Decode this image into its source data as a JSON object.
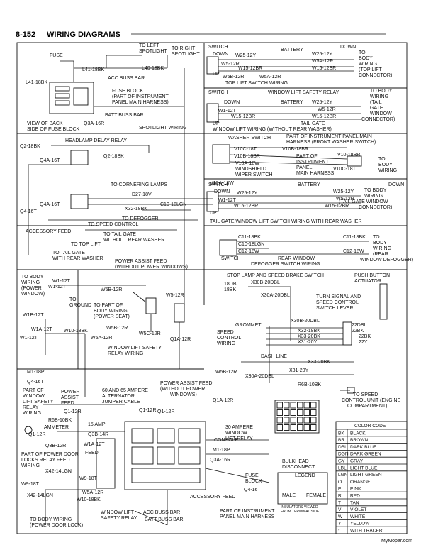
{
  "header": {
    "page_number": "8-152",
    "title": "WIRING DIAGRAMS"
  },
  "watermark": "MyMopar.com",
  "left_top": {
    "to_left_spotlight": "TO LEFT\nSPOTLIGHT",
    "to_right_spotlight": "TO RIGHT\nSPOTLIGHT",
    "fuse": "FUSE",
    "l41": "L41-18BK",
    "l40": "L40-18BK",
    "acc_buss_bar": "ACC BUSS BAR",
    "l41_b": "L41-18BK",
    "fuse_block": "FUSE BLOCK",
    "fuse_block_sub": "(PART OF INSTRUMENT\nPANEL MAIN HARNESS)",
    "batt_buss_bar": "BATT BUSS BAR",
    "view_back": "VIEW OF BACK\nSIDE OF FUSE BLOCK",
    "q3a": "Q3A-16R",
    "spotlight_wiring": "SPOTLIGHT WIRING",
    "headlamp_relay": "HEADLAMP DELAY RELAY",
    "q2_18bk": "Q2-18BK",
    "q4a_16t": "Q4A-16T",
    "q2_18bk_b": "Q2-18BK",
    "to_cornering": "TO CORNERING LAMPS",
    "d27": "D27-18V",
    "q4a_16t_b": "Q4A-16T",
    "c10": "C10-18LGN",
    "x32": "X32-18BK",
    "q4_16t": "Q4-16T",
    "to_defogger": "TO DEFOGGER",
    "to_speed_control": "TO SPEED CONTROL",
    "accessory_feed": "ACCESSORY FEED",
    "to_tail_gate_nw": "TO TAIL GATE\nWITHOUT REAR WASHER",
    "to_top_lift": "TO TOP LIFT",
    "to_tail_gate_rw": "TO TAIL GATE\nWITH REAR WASHER",
    "power_assist_feed": "POWER ASSIST FEED\n(WITHOUT POWER WINDOWS)"
  },
  "right_panels": {
    "p1": {
      "switch": "SWITCH",
      "battery": "BATTERY",
      "down": "DOWN",
      "down2": "DOWN",
      "w25": "W25-12Y",
      "w5": "W5-12R",
      "w15": "W15-12BR",
      "w25b": "W25-12Y",
      "w5b": "W5A-12R",
      "w15b": "W15-12BR",
      "w5b_12r": "W5B-12R",
      "w5a_12r": "W5A-12R",
      "up": "UP",
      "to_body": "TO\nBODY\nWIRING\n(TOP LIFT\nCONNECTOR)",
      "caption": "TOP LIFT SWITCH WIRING"
    },
    "p2": {
      "switch": "SWITCH",
      "relay": "WINDOW LIFT SAFETY RELAY",
      "battery": "BATTERY",
      "down": "DOWN",
      "w1": "W1-12T",
      "w15": "W15-12BR",
      "w25": "W25-12Y",
      "w5": "W5-12R",
      "w15b": "W15-12BR",
      "up": "UP",
      "tail_gate": "TAIL GATE",
      "to_body": "TO BODY\nWIRING\n(TAIL\nGATE\nWINDOW\nCONNECTOR)",
      "caption": "WINDOW LIFT WIRING (WITHOUT REAR WASHER)"
    },
    "p3": {
      "washer_switch": "WASHER SWITCH",
      "part_of": "PART OF INSTRUMENT PANEL MAIN\nHARNESS (FRONT WASHER SWITCH)",
      "v10c": "V10C-18T",
      "v10b": "V10B-18BR",
      "v10a": "V10A-18W",
      "v10b_b": "V10B-18BR",
      "v10b_c": "V10-18BR",
      "wiper": "WINDSHIELD\nWIPER SWITCH",
      "part_panel": "PART OF\nINSTRUMENT\nPANEL\nMAIN HARNESS",
      "v10a_b": "V10A-18W",
      "v10c_b": "V10C-18T",
      "to_body": "TO\nBODY\nWIRING"
    },
    "p4": {
      "switch": "SWITCH",
      "battery": "BATTERY",
      "down": "DOWN",
      "down2": "DOWN",
      "w25": "W25-12Y",
      "w1": "W1-12T",
      "w15": "W15-12BR",
      "w25b": "W25-12Y",
      "w5": "W5-12R",
      "w15b": "W15-12BR",
      "up": "UP",
      "to_body": "TO BODY\nWIRING\n(TAIL GATE WINDOW\nCONNECTOR)",
      "caption": "TAIL GATE WINDOW LIFT SWITCH WIRING WITH REAR WASHER"
    },
    "p5": {
      "c11": "C11-18BK",
      "c10": "C10-18LGN",
      "c12": "C12-18W",
      "c11b": "C11-18BK",
      "c12b": "C12-18W",
      "switch": "SWITCH",
      "rear_window": "REAR WINDOW",
      "to_body": "TO\nBODY\nWIRING\n(REAR\nWINDOW DEFOGGER)",
      "caption": "DEFOGGER SWITCH WIRING"
    }
  },
  "middle": {
    "to_body_pw": "TO BODY\nWIRING\n(POWER\nWINDOW)",
    "w1_12t": "W1-12T",
    "w1_12t_b": "W1-12T",
    "to_ground": "TO\nGROUND",
    "w1b_12t": "W1B-12T",
    "w1a_12t": "W1A-12T",
    "w1_12t_c": "W1-12T",
    "w5b_12r": "W5B-12R",
    "w5_12r": "W5-12R",
    "to_part_body": "TO PART OF\nBODY WIRING\n(POWER SEAT)",
    "w10_18bk": "W10-18BK",
    "w5b_12r_b": "W5B-12R",
    "w5a_12r": "W5A-12R",
    "w5c_12r": "W5C-12R",
    "q1a_12r": "Q1A-12R",
    "window_relay": "WINDOW LIFT SAFETY\nRELAY WIRING"
  },
  "right_mid": {
    "stop_lamp": "STOP LAMP AND SPEED BRAKE SWITCH",
    "push_button": "PUSH BUTTON\nACTUATOR",
    "x30b": "X30B-20DBL",
    "x18dbl": "18DBL",
    "x18bk": "18BK",
    "x30a": "X30A-20DBL",
    "turn_signal": "TURN SIGNAL AND\nSPEED CONTROL\nSWITCH LEVER",
    "grommet": "GROMMET",
    "x30b_b": "X30B-20DBL",
    "x32b": "X32-18BK",
    "x33": "X33-20BK",
    "x31": "X31-20Y",
    "dbl22": "22DBL",
    "bk22": "22BK",
    "bk22b": "22BK",
    "y22": "22Y",
    "speed_control": "SPEED\nCONTROL\nWIRING",
    "dash_line": "DASH LINE",
    "x33b": "X33-20BK",
    "x31b": "X31-20Y",
    "x30a_b": "X30A-20DBL",
    "r6b": "R6B-10BK",
    "to_speed_unit": "TO SPEED\nCONTROL UNIT (ENGINE\nCOMPARTMENT)"
  },
  "bottom": {
    "m1": "M1-18P",
    "q4_16t": "Q4-16T",
    "part_window": "PART OF\nWINDOW\nLIFT SAFETY\nRELAY\nWIRING",
    "power_assist": "POWER\nASSIST\nFEED",
    "q1_12r": "Q1-12R",
    "r6b": "R6B-10BK",
    "ammeter": "AMMETER",
    "q1_12r_b": "Q1-12R",
    "q3b": "Q3B-12R",
    "part_door": "PART OF POWER DOOR\nLOCKS RELAY FEED\nWIRING",
    "x42": "X42-14LGN",
    "w9": "W9-18T",
    "x42b": "X42-14LGN",
    "to_body_pdl": "TO BODY WIRING\n(POWER DOOR LOCK)",
    "alternator": "60 AND 65 AMPERE\nALTERNATOR\nJUMPER CABLE",
    "q1_12r_c": "Q1-12R",
    "amp15": "15 AMP",
    "q3b_14r": "Q3B-14R",
    "w1a_12t": "W1A-12T",
    "feed": "FEED",
    "w9_18t": "W9-18T",
    "w5a_12r": "W5A-12R",
    "w10_18bk": "W10-18BK",
    "window_lift_relay": "WINDOW LIFT\nSAFETY RELAY",
    "acc_buss": "ACC BUSS BAR",
    "batt_buss": "BATT BUSS BAR",
    "w5b": "W5B-12R",
    "power_assist_feed": "POWER ASSIST FEED\n(WITHOUT POWER\nWINDOWS)",
    "q1a": "Q1A-12R",
    "q1_12r_d": "Q1-12R",
    "amp30": "30 AMPERE\nWINDOW\nLIFT RELAY",
    "console": "CONSOLE",
    "m1b": "M1-18P",
    "q3a": "Q3A-16R",
    "fuse_block": "FUSE\nBLOCK",
    "q4_16t_b": "Q4-16T",
    "accessory_feed": "ACCESSORY FEED",
    "part_instr": "PART OF INSTRUMENT\nPANEL MAIN HARNESS",
    "bulkhead": "BULKHEAD\nDISCONNECT",
    "legend": "LEGEND",
    "male": "MALE",
    "female": "FEMALE",
    "insulators": "INSULATORS VIEWED\nFROM TERMINAL SIDE"
  },
  "color_code": {
    "title": "COLOR CODE",
    "rows": [
      [
        "BK",
        "BLACK"
      ],
      [
        "BR",
        "BROWN"
      ],
      [
        "DBL",
        "DARK BLUE"
      ],
      [
        "DGN",
        "DARK GREEN"
      ],
      [
        "GY",
        "GRAY"
      ],
      [
        "LBL",
        "LIGHT BLUE"
      ],
      [
        "LGN",
        "LIGHT GREEN"
      ],
      [
        "O",
        "ORANGE"
      ],
      [
        "P",
        "PINK"
      ],
      [
        "R",
        "RED"
      ],
      [
        "T",
        "TAN"
      ],
      [
        "V",
        "VIOLET"
      ],
      [
        "W",
        "WHITE"
      ],
      [
        "Y",
        "YELLOW"
      ],
      [
        "*",
        "WITH TRACER"
      ]
    ]
  }
}
